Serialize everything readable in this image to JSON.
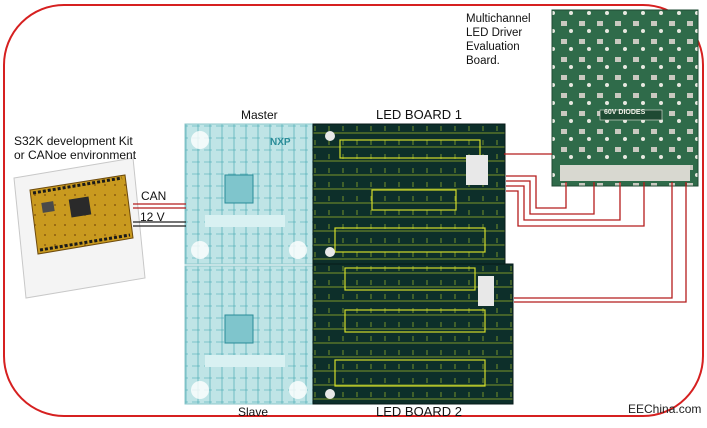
{
  "labels": {
    "kit": "S32K development Kit or CANoe environment",
    "can": "CAN",
    "v12": "12 V",
    "master": "Master",
    "slave": "Slave",
    "led_board_1": "LED BOARD 1",
    "led_board_2": "LED BOARD 2",
    "eval_board": "Multichannel LED Driver Evaluation Board.",
    "diodes": "60V DIODES",
    "nxp": "NXP",
    "watermark": "EEChina.com"
  },
  "colors": {
    "frame": "#d62020",
    "wire": "#b51c1c",
    "pcb_dark": "#0d2f2a",
    "pcb_trace": "#d2dc2a",
    "pcb_light": "#bfe4e6",
    "pcb_light_trace": "#2a8c98",
    "kit_board": "#c99a1f",
    "eval_board": "#2f6b4a"
  }
}
